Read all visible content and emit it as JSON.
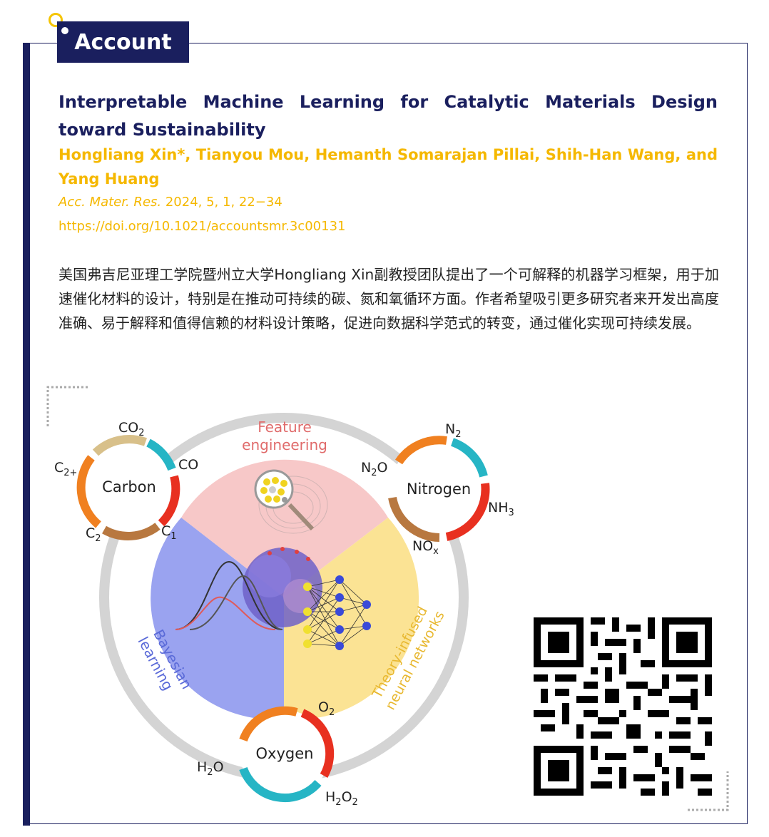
{
  "header": {
    "tag_label": "Account"
  },
  "article": {
    "title": "Interpretable Machine Learning for Catalytic Materials Design toward Sustainability",
    "authors": "Hongliang Xin*, Tianyou Mou, Hemanth Somarajan Pillai, Shih-Han Wang, and Yang Huang",
    "journal": "Acc. Mater. Res.",
    "citation_rest": " 2024, 5, 1, 22−34",
    "doi": "https://doi.org/10.1021/accountsmr.3c00131",
    "abstract": "美国弗吉尼亚理工学院暨州立大学Hongliang Xin副教授团队提出了一个可解释的机器学习框架，用于加速催化材料的设计，特别是在推动可持续的碳、氮和氧循环方面。作者希望吸引更多研究者来开发出高度准确、易于解释和值得信赖的材料设计策略，促进向数据科学范式的转变，通过催化实现可持续发展。"
  },
  "figure": {
    "center_sections": {
      "feature": [
        "Feature",
        "engineering"
      ],
      "bayesian": [
        "Bayesian",
        "learning"
      ],
      "theory": [
        "Theory-infused",
        "neural networks"
      ]
    },
    "cycles": {
      "carbon": {
        "name": "Carbon",
        "labels": {
          "co2": "CO",
          "co2_sub": "2",
          "co": "CO",
          "c1": "C",
          "c1_sub": "1",
          "c2": "C",
          "c2_sub": "2",
          "c2plus": "C",
          "c2plus_sub": "2+"
        }
      },
      "nitrogen": {
        "name": "Nitrogen",
        "labels": {
          "n2": "N",
          "n2_sub": "2",
          "n2o": "N",
          "n2o_sub": "2",
          "n2o_tail": "O",
          "nh3": "NH",
          "nh3_sub": "3",
          "nox": "NO",
          "nox_sub": "x"
        }
      },
      "oxygen": {
        "name": "Oxygen",
        "labels": {
          "o2": "O",
          "o2_sub": "2",
          "h2o": "H",
          "h2o_sub": "2",
          "h2o_tail": "O",
          "h2o2": "H",
          "h2o2_sub": "2",
          "h2o2_mid": "O",
          "h2o2_sub2": "2"
        }
      }
    },
    "colors": {
      "feature": "#f7c8c8",
      "bayesian": "#9aa3f0",
      "theory": "#fbe394",
      "ring": "#d4d4d4"
    }
  },
  "qr": {
    "icon": "qr-code-icon"
  },
  "colors": {
    "navy": "#1a1f5e",
    "gold": "#f5b800",
    "accent_yellow": "#f5c400"
  }
}
